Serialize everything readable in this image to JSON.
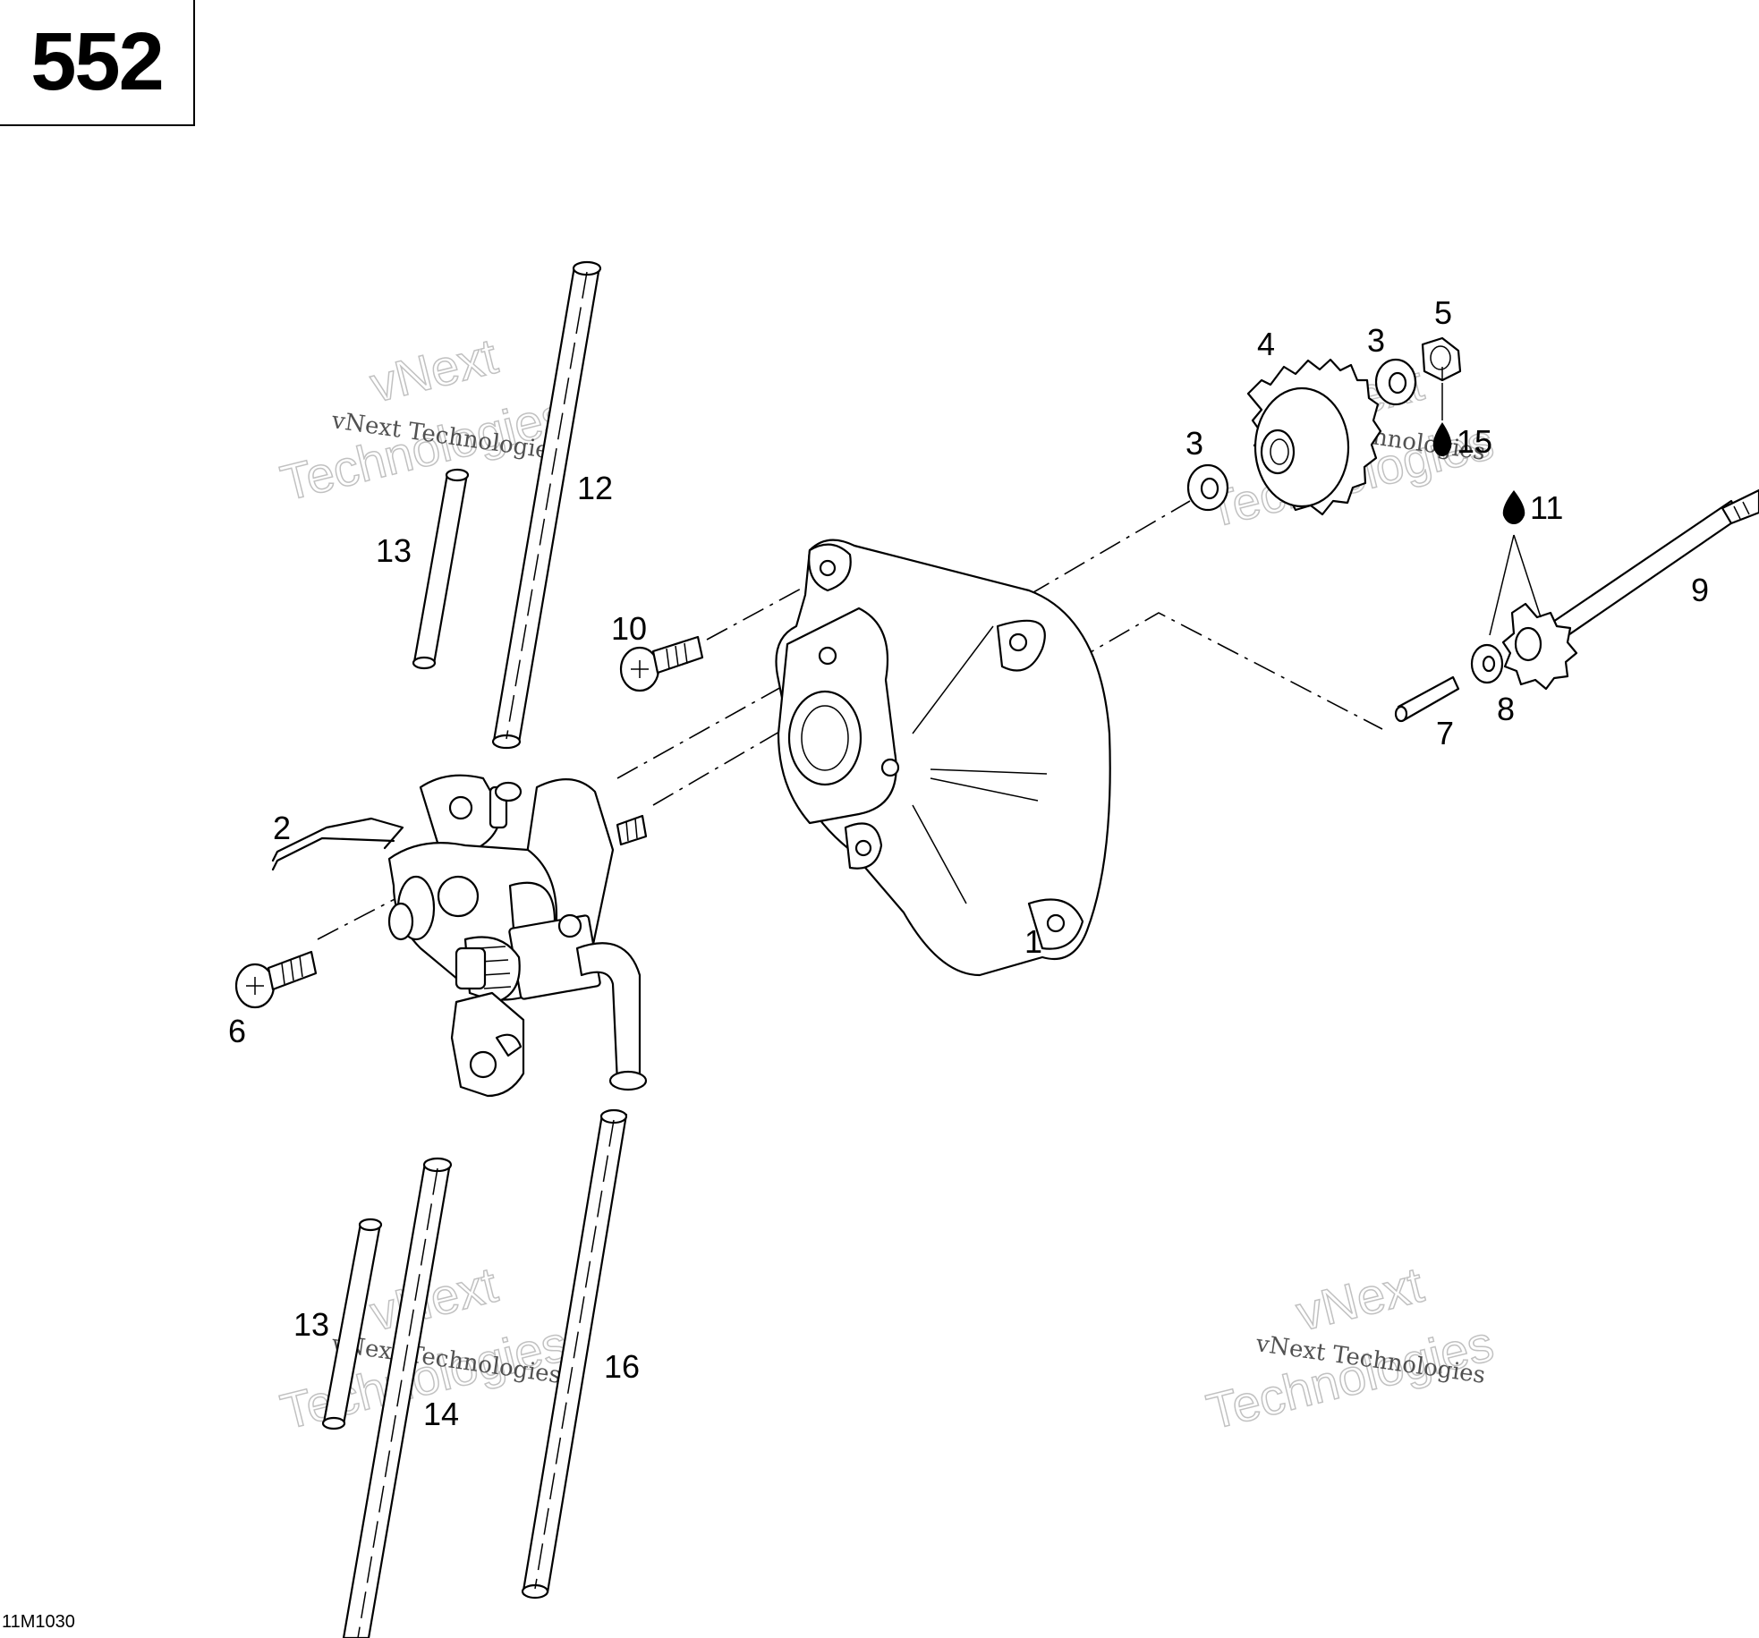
{
  "page_number": "552",
  "drawing_code": "11M1030",
  "watermark": {
    "line1": "vNext Technologies",
    "big_top": "vNext",
    "big_bottom": "Technologies"
  },
  "callouts": {
    "part_1": "1",
    "part_2": "2",
    "part_3a": "3",
    "part_3b": "3",
    "part_4": "4",
    "part_5": "5",
    "part_6": "6",
    "part_7": "7",
    "part_8": "8",
    "part_9": "9",
    "part_10": "10",
    "part_11": "11",
    "part_12": "12",
    "part_13a": "13",
    "part_13b": "13",
    "part_14": "14",
    "part_15": "15",
    "part_16": "16"
  },
  "icons": {
    "lubricant": "oil-drop-icon"
  }
}
